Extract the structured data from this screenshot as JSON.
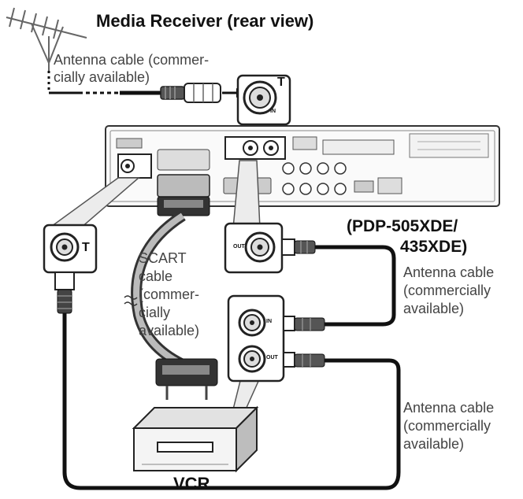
{
  "title": "Media Receiver (rear view)",
  "antenna_top": {
    "line1": "Antenna cable (commer-",
    "line2": "cially available)"
  },
  "scart": {
    "line1": "SCART",
    "line2": "cable",
    "line3": "(commer-",
    "line4": "cially",
    "line5": "available)"
  },
  "model": {
    "line1": "(PDP-505XDE/",
    "line2": "435XDE)"
  },
  "antenna_mid": {
    "line1": "Antenna cable",
    "line2": "(commercially",
    "line3": "available)"
  },
  "antenna_bottom": {
    "line1": "Antenna cable",
    "line2": "(commercially",
    "line3": "available)"
  },
  "vcr_label": "VCR",
  "jacks": {
    "in": "IN",
    "out": "OUT",
    "in2": "IN",
    "out2": "OUT",
    "antenna_symbol": "T"
  }
}
